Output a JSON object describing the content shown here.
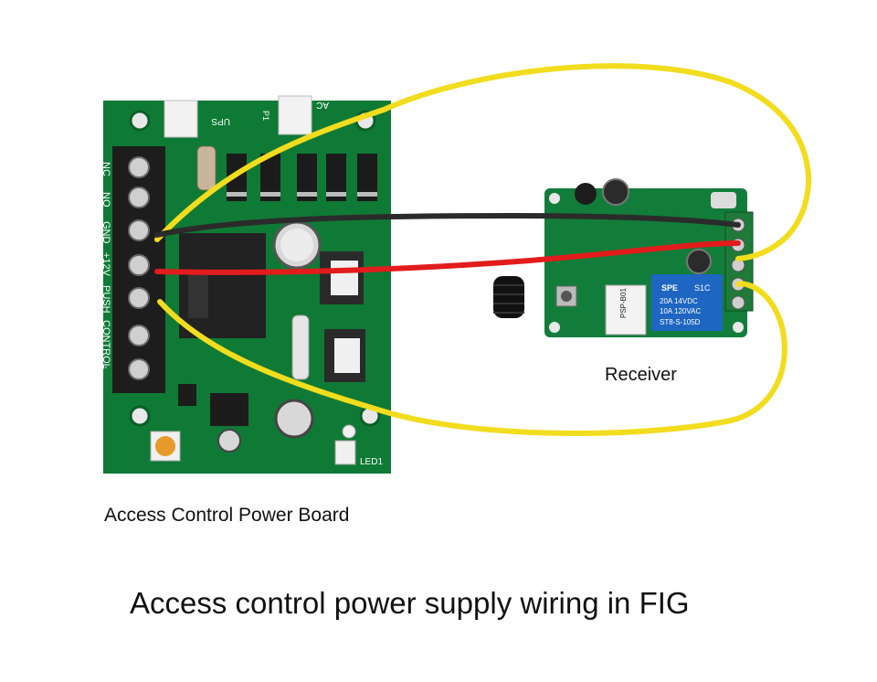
{
  "labels": {
    "board": "Access Control Power Board",
    "receiver": "Receiver",
    "figure_title": "Access control power supply wiring in FIG"
  },
  "board_silkscreen": {
    "terminals": [
      "NC",
      "NO",
      "GND",
      "+12V",
      "PUSH",
      "CONTROL",
      "-"
    ],
    "ups_label": "UPS",
    "ac_label": "AC",
    "p1_label": "P1",
    "led_label": "LED1"
  },
  "receiver_silkscreen": {
    "relay_brand": "SPE",
    "relay_model": "S1C",
    "relay_lines": [
      "20A  14VDC",
      "10A  120VAC",
      "ST8-S-105D"
    ],
    "module_label": "PSP-B01"
  },
  "colors": {
    "pcb_green": "#0f7a35",
    "pcb_dark": "#0a5f28",
    "terminal_black": "#1d1d1d",
    "wire_yellow": "#f2dc1e",
    "wire_red": "#e21c1c",
    "wire_black": "#2b2b2b",
    "receiver_terminal": "#1f7a3a"
  }
}
